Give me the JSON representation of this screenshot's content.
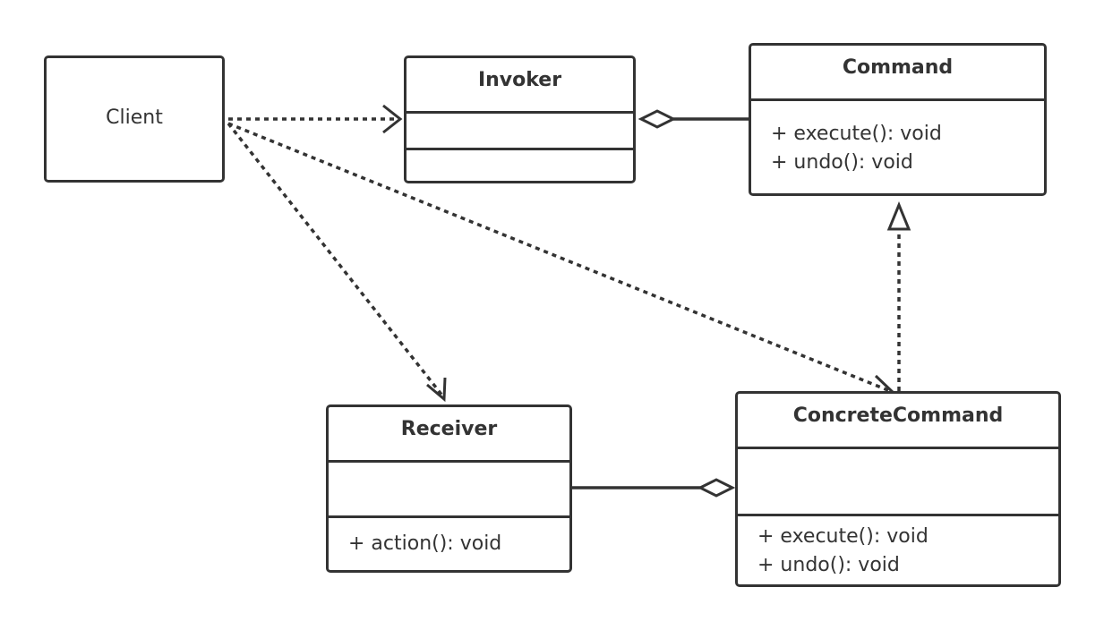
{
  "diagram": {
    "classes": {
      "client": {
        "name": "Client"
      },
      "invoker": {
        "name": "Invoker"
      },
      "command": {
        "name": "Command",
        "methods": [
          "+ execute(): void",
          "+ undo(): void"
        ]
      },
      "receiver": {
        "name": "Receiver",
        "methods": [
          "+ action(): void"
        ]
      },
      "concrete_command": {
        "name": "ConcreteCommand",
        "methods": [
          "+ execute(): void",
          "+ undo(): void"
        ]
      }
    },
    "relations": [
      {
        "from": "client",
        "to": "invoker",
        "kind": "dependency"
      },
      {
        "from": "client",
        "to": "concrete_command",
        "kind": "dependency"
      },
      {
        "from": "client",
        "to": "receiver",
        "kind": "dependency"
      },
      {
        "from": "invoker",
        "to": "command",
        "kind": "aggregation"
      },
      {
        "from": "concrete_command",
        "to": "receiver",
        "kind": "aggregation"
      },
      {
        "from": "concrete_command",
        "to": "command",
        "kind": "realization"
      }
    ],
    "colors": {
      "stroke": "#333333",
      "background": "#ffffff"
    }
  }
}
